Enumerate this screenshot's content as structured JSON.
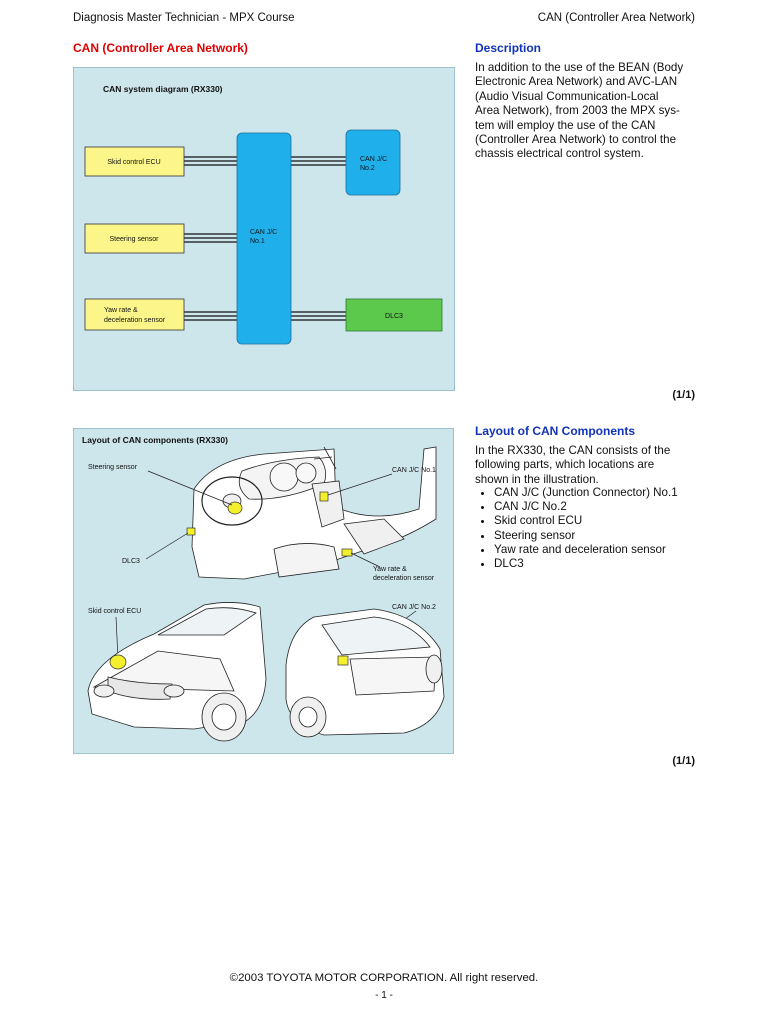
{
  "header": {
    "left": "Diagnosis Master Technician - MPX Course",
    "right": "CAN (Controller Area Network)"
  },
  "section1": {
    "title": "CAN (Controller Area Network)",
    "diagram": {
      "caption": "CAN system diagram (RX330)",
      "skid_ecu": "Skid control ECU",
      "steering_sensor": "Steering sensor",
      "yaw_line1": "Yaw rate &",
      "yaw_line2": "deceleration sensor",
      "jc1_line1": "CAN J/C",
      "jc1_line2": "No.1",
      "jc2_line1": "CAN J/C",
      "jc2_line2": "No.2",
      "dlc3": "DLC3",
      "colors": {
        "bus_box": "#1fb0ec",
        "ecu_box": "#fbf58a",
        "dlc_box": "#5cc84c",
        "background": "#cde6ec"
      }
    },
    "description_title": "Description",
    "description_lines": [
      "In addition to the use of the BEAN (Body",
      "Electronic Area Network) and AVC-LAN",
      "(Audio Visual Communication-Local",
      "Area Network), from 2003 the MPX sys-",
      "tem will employ the use of the CAN",
      "(Controller Area Network) to control the",
      "chassis electrical control system."
    ],
    "pager": "(1/1)"
  },
  "section2": {
    "figure": {
      "caption": "Layout of CAN components (RX330)",
      "labels": {
        "steering_sensor": "Steering sensor",
        "jc1": "CAN J/C No.1",
        "dlc3": "DLC3",
        "yaw_line1": "Yaw rate &",
        "yaw_line2": "deceleration sensor",
        "skid_ecu": "Skid control ECU",
        "jc2": "CAN J/C No.2"
      }
    },
    "title": "Layout of CAN Components",
    "intro_lines": [
      "In the RX330, the CAN consists of the",
      "following parts, which locations are",
      "shown in the illustration."
    ],
    "bullets": [
      "CAN J/C (Junction Connector) No.1",
      "CAN J/C No.2",
      "Skid control ECU",
      "Steering sensor",
      "Yaw rate and deceleration sensor",
      "DLC3"
    ],
    "pager": "(1/1)"
  },
  "footer": {
    "copyright": "©2003 TOYOTA MOTOR CORPORATION. All right reserved.",
    "page": "- 1 -"
  }
}
